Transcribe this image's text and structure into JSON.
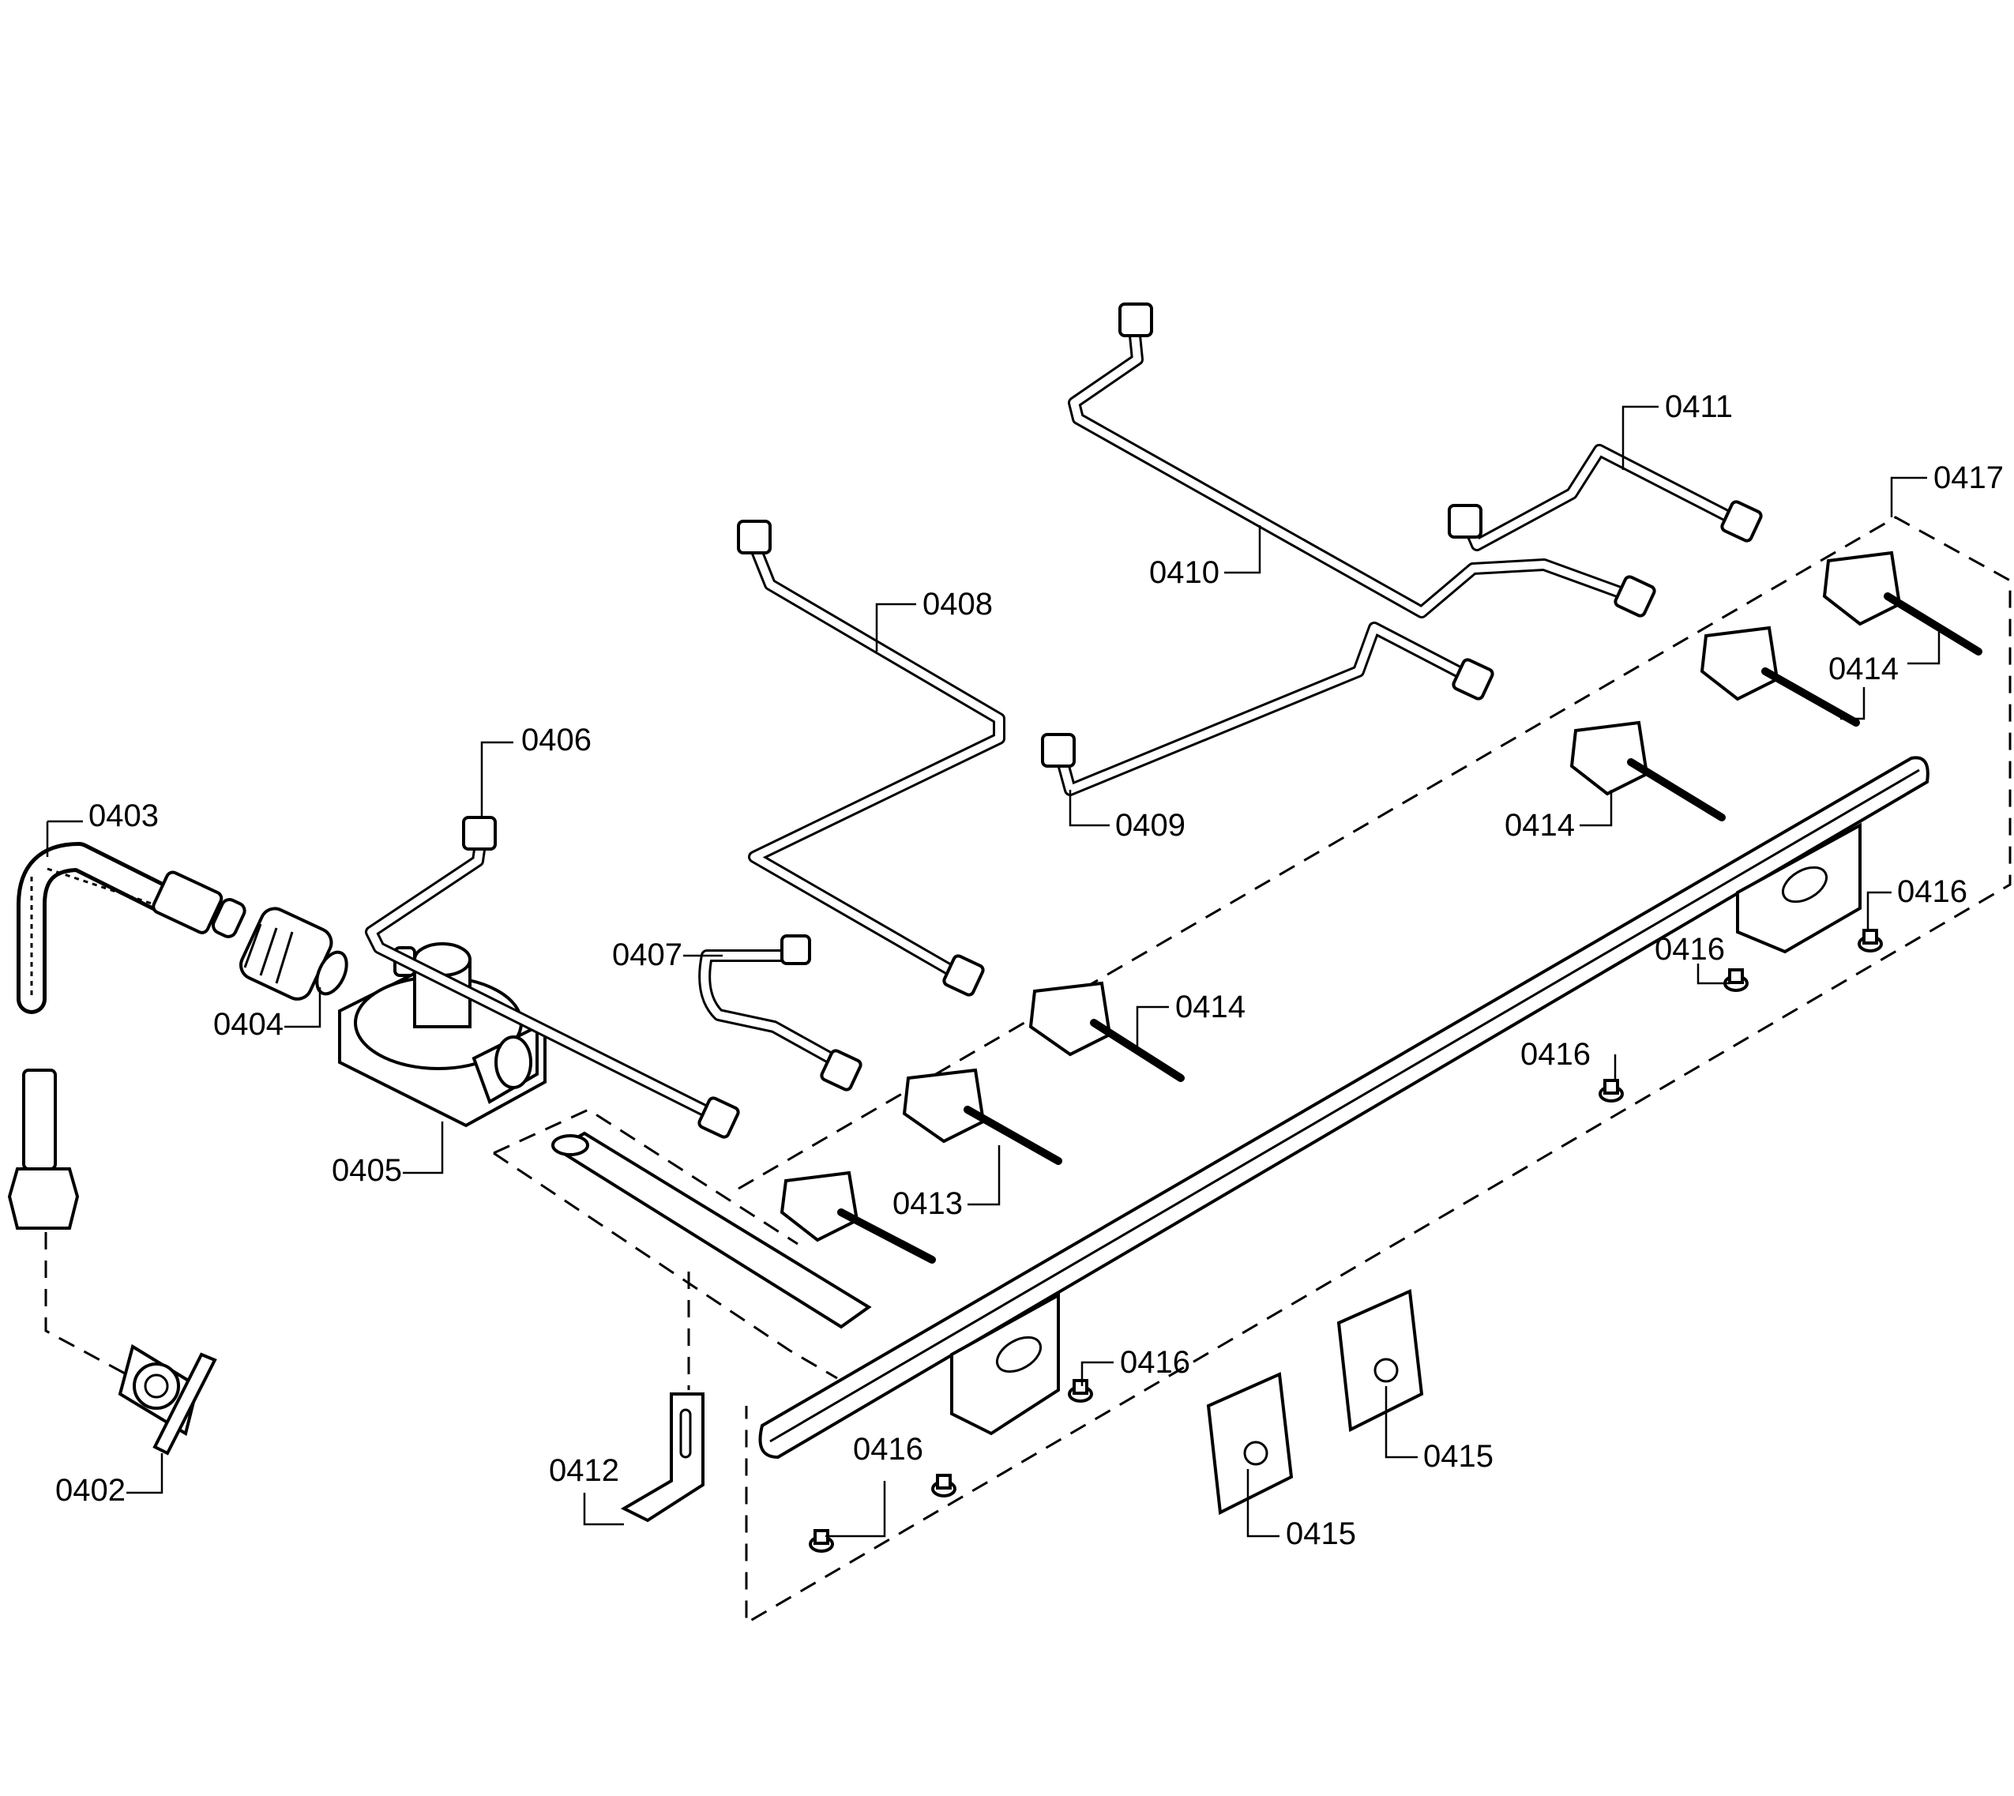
{
  "callouts": {
    "c0402": "0402",
    "c0403": "0403",
    "c0404": "0404",
    "c0405": "0405",
    "c0406": "0406",
    "c0407": "0407",
    "c0408": "0408",
    "c0409": "0409",
    "c0410": "0410",
    "c0411": "0411",
    "c0412": "0412",
    "c0413": "0413",
    "c0414a": "0414",
    "c0414b": "0414",
    "c0414c": "0414",
    "c0414d": "0414",
    "c0415a": "0415",
    "c0415b": "0415",
    "c0416a": "0416",
    "c0416b": "0416",
    "c0416c": "0416",
    "c0416d": "0416",
    "c0416e": "0416",
    "c0417": "0417"
  }
}
